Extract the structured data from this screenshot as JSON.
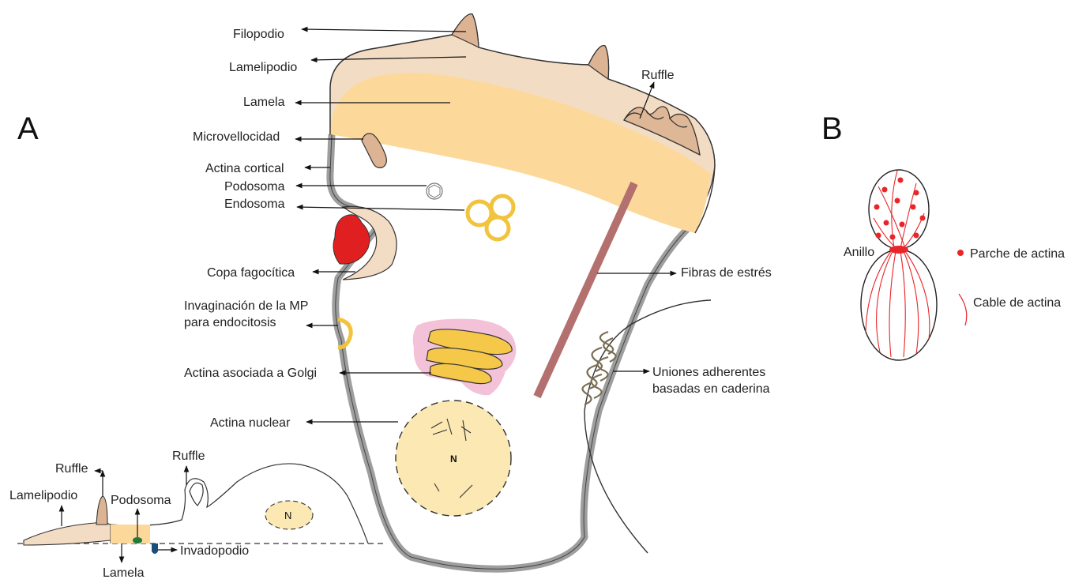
{
  "panels": {
    "a": "A",
    "b": "B"
  },
  "labels_a": {
    "filopodio": "Filopodio",
    "lamelipodio": "Lamelipodio",
    "lamela": "Lamela",
    "microvellocidad": "Microvellocidad",
    "actina_cortical": "Actina cortical",
    "podosoma": "Podosoma",
    "endosoma": "Endosoma",
    "copa_fagocitica": "Copa fagocítica",
    "invaginacion_line1": "Invaginación de la MP",
    "invaginacion_line2": "para endocitosis",
    "actina_golgi": "Actina asociada a Golgi",
    "actina_nuclear": "Actina nuclear",
    "ruffle": "Ruffle",
    "fibras_estres": "Fibras de estrés",
    "uniones_line1": "Uniones adherentes",
    "uniones_line2": "basadas en caderina",
    "nucleus": "N"
  },
  "labels_side": {
    "ruffle_top": "Ruffle",
    "ruffle_left": "Ruffle",
    "lamelipodio": "Lamelipodio",
    "podosoma": "Podosoma",
    "lamela": "Lamela",
    "invadopodio": "Invadopodio",
    "nucleus": "N"
  },
  "labels_b": {
    "anillo": "Anillo",
    "parche": "Parche de actina",
    "cable": "Cable de actina"
  },
  "colors": {
    "membrane": "#9e9e9e",
    "lamellipodium": "#f3dcc4",
    "lamella": "#fcd99a",
    "ruffle_fill": "#deb896",
    "filopodium": "#ddb493",
    "phagocytic_red": "#e02020",
    "endosome_ring": "#f2c33d",
    "golgi": "#f5c84a",
    "golgi_pink": "#f4c2d8",
    "stress_fiber": "#b3706e",
    "nucleus_fill": "#fbe8b2",
    "cadherin": "#7a6e52",
    "actin_red": "#e8262a"
  }
}
